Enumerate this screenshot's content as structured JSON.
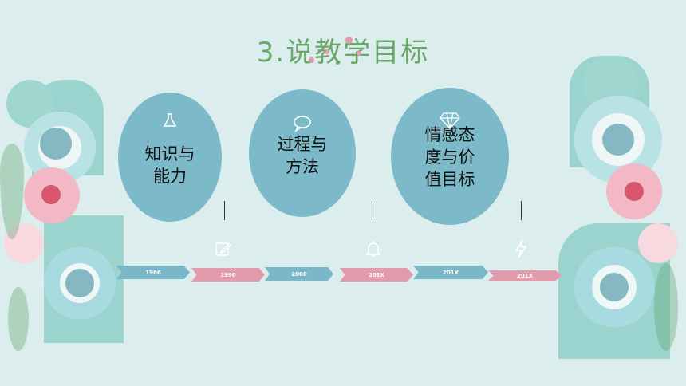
{
  "title": "3.说教学目标",
  "colors": {
    "background": "#dbeeed",
    "title": "#6aa86a",
    "ellipse": "#7dbac9",
    "arrow_blue": "#7ab8c9",
    "arrow_pink": "#e49aad"
  },
  "goals": [
    {
      "label": "知识与\n能力",
      "icon": "flask-icon"
    },
    {
      "label": "过程与\n方法",
      "icon": "speech-bubble-icon"
    },
    {
      "label": "情感态\n度与价\n值目标",
      "icon": "diamond-icon"
    }
  ],
  "timeline": [
    {
      "label": "1986",
      "color": "blue"
    },
    {
      "label": "1990",
      "color": "pink"
    },
    {
      "label": "2000",
      "color": "blue"
    },
    {
      "label": "201X",
      "color": "pink"
    },
    {
      "label": "201X",
      "color": "blue"
    },
    {
      "label": "201X",
      "color": "pink"
    }
  ],
  "timeline_icons": [
    "pencil-square-icon",
    "bell-icon",
    "lightning-icon"
  ]
}
